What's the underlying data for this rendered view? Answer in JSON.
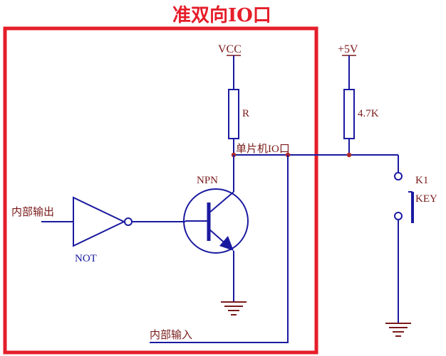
{
  "title": "准双向IO口",
  "labels": {
    "vcc": "VCC",
    "plus5v": "+5V",
    "r": "R",
    "r2": "4.7K",
    "io_pin": "单片机IO口",
    "npn": "NPN",
    "not": "NOT",
    "internal_output": "内部输出",
    "internal_input": "内部输入",
    "k1": "K1",
    "key": "KEY"
  },
  "colors": {
    "wire": "#1a1aa0",
    "component": "#1a1aa0",
    "title": "#e51e2a",
    "frame": "#e51e2a",
    "junction": "#b02828",
    "text": "#7a1a1a"
  }
}
